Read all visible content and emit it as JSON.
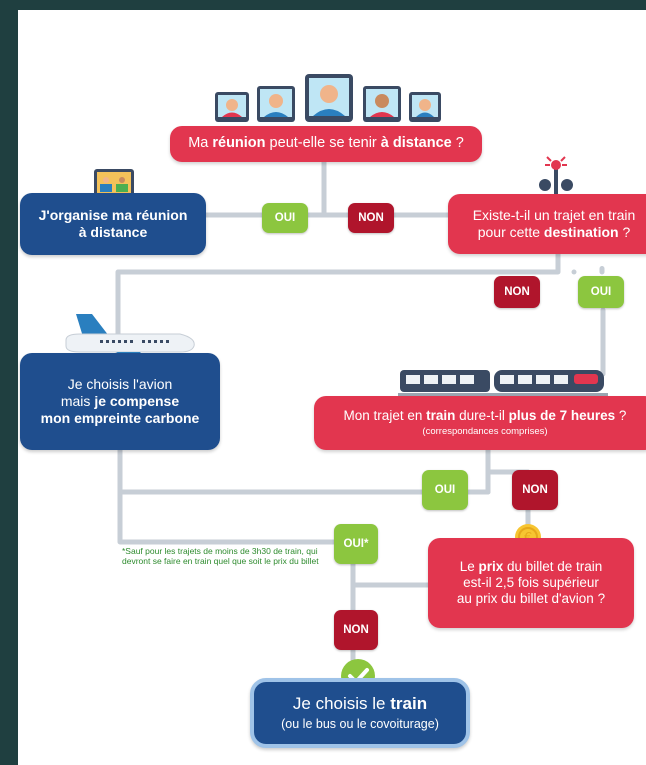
{
  "colors": {
    "question": "#e2364f",
    "answer": "#1f4e8e",
    "oui": "#8cc63f",
    "non": "#b0152c",
    "connector": "#c7ced6",
    "background": "#1f3f40"
  },
  "icons": [
    "video-call-participants-icon",
    "laptop-video-call-icon",
    "railway-crossing-icon",
    "airplane-icon",
    "train-icon",
    "euro-coin-icon",
    "checkmark-icon"
  ],
  "flowchart": {
    "q_remote": {
      "pre": "Ma ",
      "b1": "réunion",
      "mid": " peut-elle se tenir ",
      "b2": "à distance",
      "post": " ?"
    },
    "a_remote": {
      "line1_pre": "J'organise ma ",
      "line1_b": "réunion",
      "line2": "à distance"
    },
    "q_train_route": {
      "line1": "Existe-t-il un trajet en train",
      "line2_pre": "pour cette ",
      "line2_b": "destination",
      "line2_post": " ?"
    },
    "a_plane": {
      "line1": "Je choisis l'avion",
      "line2_pre": "mais ",
      "line2_b": "je compense",
      "line3": "mon empreinte carbone"
    },
    "q_duration": {
      "pre": "Mon trajet en ",
      "b1": "train",
      "mid": " dure-t-il ",
      "b2": "plus de 7 heures",
      "post": " ?",
      "sub": "(correspondances comprises)"
    },
    "q_price": {
      "line1_pre": "Le ",
      "line1_b": "prix",
      "line1_post": " du billet de train",
      "line2": "est-il 2,5 fois supérieur",
      "line3": "au prix du billet d'avion ?"
    },
    "a_train": {
      "line1_pre": "Je choisis le ",
      "line1_b": "train",
      "line2": "(ou le bus ou le covoiturage)"
    },
    "labels": {
      "oui_1": "OUI",
      "non_1": "NON",
      "non_2": "NON",
      "oui_2": "OUI",
      "oui_3": "OUI",
      "non_3": "NON",
      "oui_4": "OUI*",
      "non_4": "NON"
    },
    "footnote": "*Sauf pour les trajets de moins de 3h30 de train, qui devront se faire en train quel que soit le prix du billet"
  }
}
